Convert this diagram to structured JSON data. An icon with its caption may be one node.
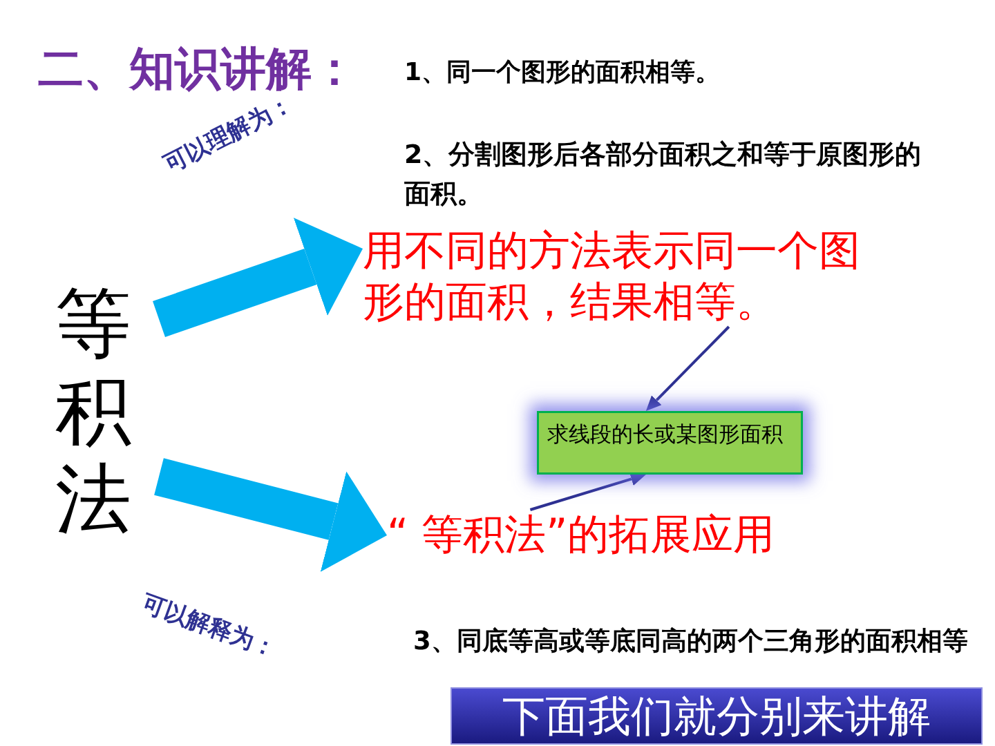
{
  "diagram": {
    "title": "二、知识讲解：",
    "nodes": [
      {
        "text": [
          "等积法"
        ]
      },
      {
        "text": [
          "用不同的方法表示同一个图形的面积，结果相等。"
        ]
      },
      {
        "text": [
          "“ 等积法”的拓展应用"
        ]
      },
      {
        "text": [
          "求线段的长或某图形面积"
        ]
      },
      {
        "text": [
          "下面我们就分别来讲解"
        ]
      }
    ],
    "edges": [
      {
        "from": 0,
        "to": 1,
        "arrow": "to",
        "style": "thick",
        "color": "#00b0f0"
      },
      {
        "from": 0,
        "to": 2,
        "arrow": "to",
        "style": "thick",
        "color": "#00b0f0"
      },
      {
        "from": 1,
        "to": 3,
        "arrow": "to",
        "color": "#2e3192"
      },
      {
        "from": 2,
        "to": 3,
        "arrow": "to",
        "color": "#2e3192"
      }
    ],
    "labels": [
      "1、同一个图形的面积相等。",
      "可以理解为：",
      "2、分割图形后各部分面积之和等于原图形的面积。",
      "可以解释为：",
      "3、同底等高或等底同高的两个三角形的面积相等"
    ]
  }
}
